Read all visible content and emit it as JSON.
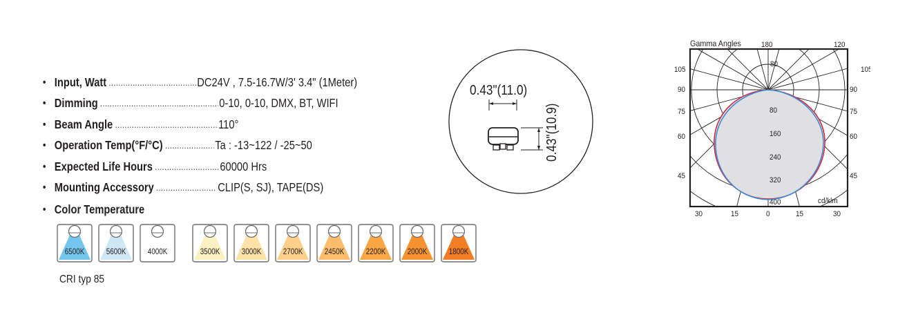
{
  "specs": [
    {
      "label": "Input, Watt",
      "value": "DC24V ,  7.5-16.7W/3' 3.4\" (1Meter)"
    },
    {
      "label": "Dimming",
      "value": "0-10,  0-10,  DMX, BT, WIFI"
    },
    {
      "label": "Beam Angle",
      "value": "110°"
    },
    {
      "label": "Operation Temp(°F/°C)",
      "value": "Ta : -13~122 / -25~50"
    },
    {
      "label": "Expected Life Hours",
      "value": "60000 Hrs"
    },
    {
      "label": "Mounting Accessory",
      "value": "CLIP(S, SJ), TAPE(DS)"
    }
  ],
  "bullet": "•",
  "color_temperature": {
    "title": "Color Temperature",
    "swatches": [
      {
        "label": "6500K",
        "color": "#74c6ec"
      },
      {
        "label": "5600K",
        "color": "#cfe7f5"
      },
      {
        "label": "4000K",
        "color": "#ffffff"
      },
      {
        "label": "3500K",
        "color": "#fbf0c0"
      },
      {
        "label": "3000K",
        "color": "#fde2a8"
      },
      {
        "label": "2700K",
        "color": "#fcd08a"
      },
      {
        "label": "2450K",
        "color": "#fbbd6c"
      },
      {
        "label": "2200K",
        "color": "#f9a645"
      },
      {
        "label": "2000K",
        "color": "#f6922f"
      },
      {
        "label": "1800K",
        "color": "#f37d23"
      }
    ]
  },
  "cri": "CRI typ 85",
  "dimensions": {
    "width": "0.43\"(11.0)",
    "height": "0.43\"(10.9)"
  },
  "polar": {
    "title": "Gamma Angles",
    "unit": "cd/klm",
    "top_angles": [
      "180",
      "120"
    ],
    "left_angles": [
      "105",
      "90",
      "75",
      "60",
      "45"
    ],
    "right_angles": [
      "105",
      "90",
      "75",
      "60",
      "45"
    ],
    "radial_upper": "80",
    "radial_values": [
      "80",
      "160",
      "240",
      "320",
      "400"
    ],
    "bottom_angles": [
      "30",
      "15",
      "0",
      "15",
      "30"
    ],
    "series_colors": [
      "#d7263d",
      "#3a8fd9"
    ]
  }
}
